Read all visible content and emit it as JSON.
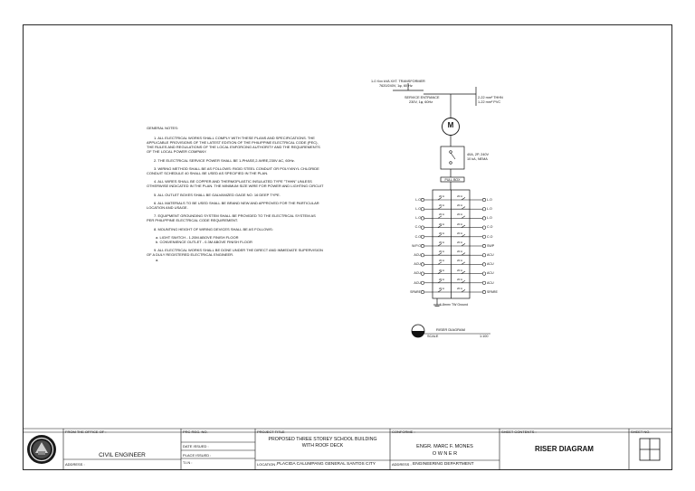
{
  "general_notes": {
    "heading": "GENERAL NOTES:",
    "items": [
      "1.    ALL ELECTRICAL WORKS SHALL COMPLY WITH THESE PLANS AND SPECIFICATIONS. THE APPLICABLE PROVISIONS OF THE LATEST EDITION OF THE PHILIPPINE ELECTRICAL CODE (PEC), THE RULES AND REGULATIONS OF THE LOCAL ENFORCING AUTHORITY AND THE REQUIREMENTS OF THE LOCAL POWER COMPANY.",
      "2.    THE ELECTRICAL SERVICE POWER SHALL BE 1-PHASE,2-WIRE,230V AC, 60Hz.",
      "3.    WIRING METHOD SHALL BE AS FOLLOWS: RIGID STEEL CONDUIT OR POLYVINYL CHLORIDE CONDUIT SCHEDULE 40 SHALL BE USED AS SPECIFIED IN THE PLAN.",
      "4.    ALL WIRES SHALL BE COPPER AND THERMOPLASTIC INSULATED TYPE \"THHN\" UNLESS OTHERWISE INDICATED IN THE PLAN. THE MINIMUM SIZE WIRE FOR POWER AND LIGHTING CIRCUIT",
      "5.    ALL OUTLET BOXES SHALL BE GALVANIZED GAGE NO. 16 DEEP TYPE.",
      "6.    ALL MATERIALS TO BE USED SHALL BE BRAND NEW AND APPROVED FOR THE PARTICULAR LOCATION AND USAGE.",
      "7.    EQUIPMENT GROUNDING SYSTEM SHALL BE PROVIDED TO THE ELECTRICAL SYSTEM AS PER PHILIPPINE ELECTRICAL CODE REQUIREMENT.",
      "8.    MOUNTING HEIGHT OF WIRING DEVICES SHALL BE AS FOLLOWS:",
      "a.  LIGHT SWITCH - 1.20M ABOVE FINISH FLOOR",
      "b.  CONVENIENCE OUTLET - 0.3M ABOVE FINISH FLOOR",
      "9.    ALL ELECTRICAL WORKS SHALL BE DONE UNDER THE DIRECT AND IMMEDIATE SUPERVISION OF A DULY REGISTERED ELECTRICAL ENGINEER.",
      "a."
    ]
  },
  "riser": {
    "transformer": "1-0 Xxx kVA XXT. TRANSFORMER",
    "transformer_spec": "7620/240V, 1φ, 60 Hz",
    "service_entrance": "SERVICE ENTRANCE",
    "service_spec": "230V, 1φ, 60Hz",
    "conductor_1": "2-22 mm² THHN",
    "conductor_2": "1-22 mm² PVC",
    "meter_symbol": "M",
    "breaker_1": "40A, 2P, 240V",
    "breaker_2": "10 kA, NEMA",
    "panel_label": "PULL BOX",
    "left_labels": [
      "L.O",
      "L.O",
      "L.O",
      "C.O",
      "C.O",
      "W.P.O",
      "ACU",
      "ACU",
      "ACU",
      "ACU",
      "SPARE"
    ],
    "right_labels": [
      "L.O",
      "L.O",
      "L.O",
      "C.O",
      "C.O",
      "SWP",
      "ACU",
      "ACU",
      "ACU",
      "ACU",
      "SPARE"
    ],
    "breaker_rating": "20 A",
    "ground_note": "1-8mm² TW Ground",
    "diagram_title": "RISER DIAGRAM",
    "scale_label": "SCALE",
    "scale_value": "1:100"
  },
  "title_block": {
    "office_label": "FROM THE OFFICE OF :",
    "office_value": "CIVIL ENGINEER",
    "address_label": "ADDRESS :",
    "prc_label": "PRC REG. NO.",
    "date_label": "DATE ISSUED :",
    "place_label": "PLACE ISSUED :",
    "tin_label": "T.I.N :",
    "project_label": "PROJECT TITLE",
    "project_line1": "PROPOSED THREE STOREY SCHOOL BUILDING",
    "project_line2": "WITH ROOF DECK",
    "location_label": "LOCATION :",
    "location_value": "PLACIDA CALUMPANG GENERAL SANTOS CITY",
    "conforme_label": "CONFORME :",
    "owner_name": "ENGR. MARC F. MONES",
    "owner_title": "O W N E R",
    "owner_address_label": "ADDRESS :",
    "owner_address_value": "ENGINEERING DEPARTMENT",
    "sheet_contents_label": "SHEET CONTENTS :",
    "sheet_contents_value": "RISER DIAGRAM",
    "sheet_no_label": "SHEET NO."
  }
}
